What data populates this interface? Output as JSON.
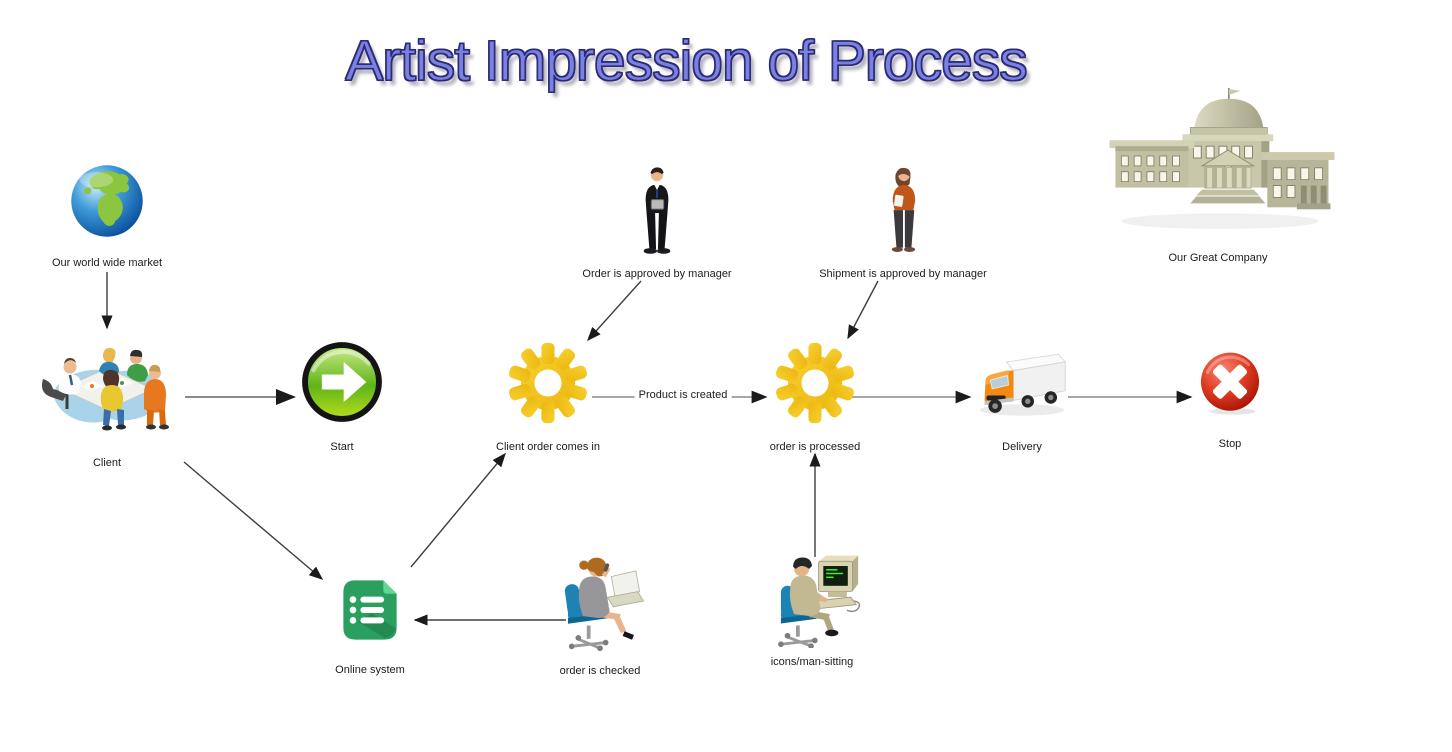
{
  "title": "Artist Impression of Process",
  "company": {
    "label": "Our Great Company",
    "icon": "building-icon"
  },
  "nodes": {
    "market": {
      "label": "Our world wide market",
      "icon": "globe-icon"
    },
    "client": {
      "label": "Client",
      "icon": "client-meeting-icon"
    },
    "start": {
      "label": "Start",
      "icon": "start-arrow-icon"
    },
    "order_in": {
      "label": "Client order comes in",
      "icon": "gear-icon"
    },
    "order_approved": {
      "label": "Order is approved by manager",
      "icon": "manager-man-icon"
    },
    "order_processed": {
      "label": "order is processed",
      "icon": "gear-icon"
    },
    "shipment_approved": {
      "label": "Shipment is approved by manager",
      "icon": "manager-woman-icon"
    },
    "delivery": {
      "label": "Delivery",
      "icon": "truck-icon"
    },
    "stop": {
      "label": "Stop",
      "icon": "stop-x-icon"
    },
    "online_system": {
      "label": "Online system",
      "icon": "list-document-icon"
    },
    "order_checked": {
      "label": "order is checked",
      "icon": "woman-laptop-icon"
    },
    "man_sitting": {
      "label": "icons/man-sitting",
      "icon": "man-computer-icon"
    }
  },
  "edges": [
    {
      "from": "market",
      "to": "client",
      "label": ""
    },
    {
      "from": "client",
      "to": "start",
      "label": ""
    },
    {
      "from": "client",
      "to": "online_system",
      "label": ""
    },
    {
      "from": "online_system",
      "to": "order_in",
      "label": ""
    },
    {
      "from": "order_checked",
      "to": "online_system",
      "label": ""
    },
    {
      "from": "order_in",
      "to": "order_processed",
      "label": "Product is created"
    },
    {
      "from": "order_approved",
      "to": "order_in",
      "label": ""
    },
    {
      "from": "shipment_approved",
      "to": "order_processed",
      "label": ""
    },
    {
      "from": "man_sitting",
      "to": "order_processed",
      "label": ""
    },
    {
      "from": "order_processed",
      "to": "delivery",
      "label": ""
    },
    {
      "from": "delivery",
      "to": "stop",
      "label": ""
    }
  ],
  "colors": {
    "title_fill": "#7b80e4",
    "title_outline": "#2c2c74",
    "gear_yellow": "#F3C31A",
    "start_green": "#5FB517",
    "stop_red": "#DF3A22",
    "online_green": "#2BA05E",
    "truck_orange": "#F28A10",
    "building_tan": "#C9C7AA",
    "chair_blue": "#1D82B4",
    "connector_gray": "#8A8A8A",
    "connector_dark": "#3E3E3E"
  }
}
